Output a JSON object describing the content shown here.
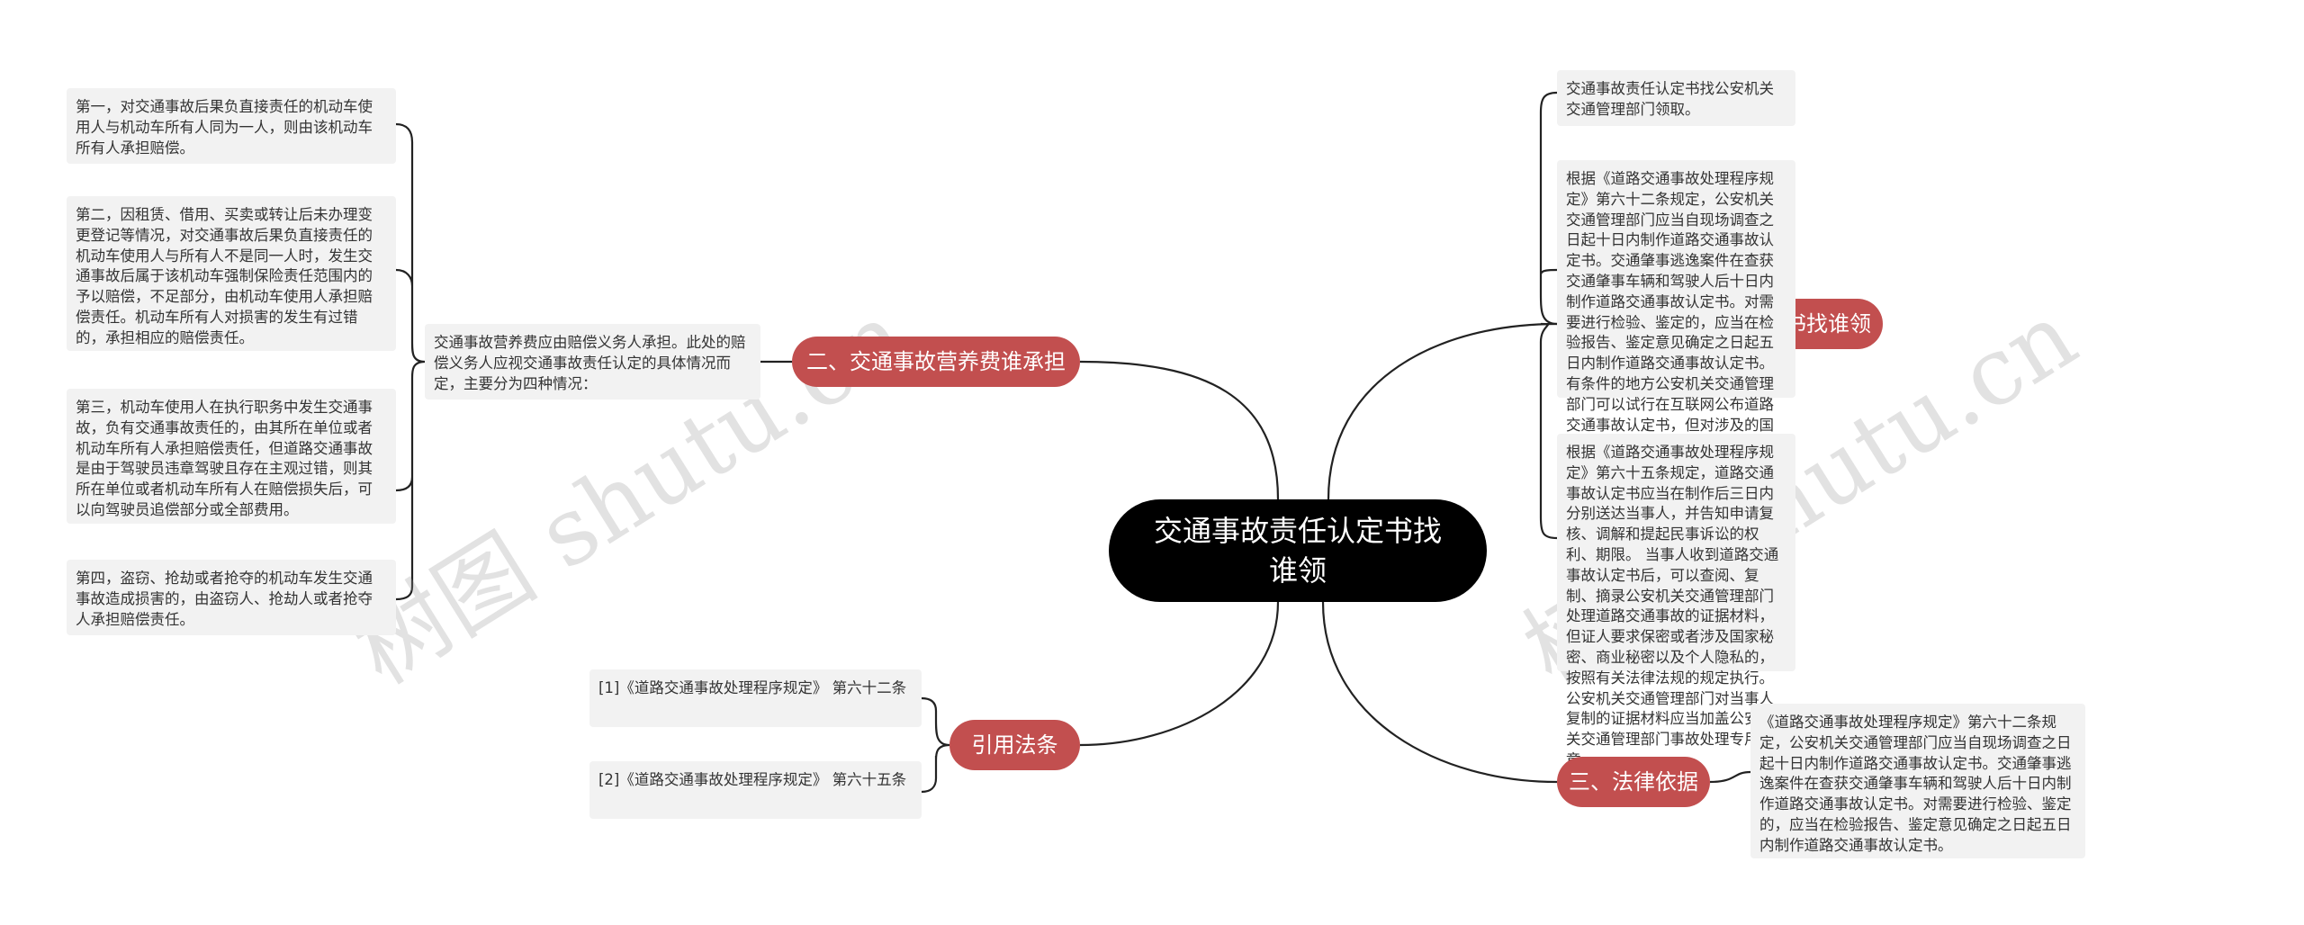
{
  "root": {
    "label": "交通事故责任认定书找谁领"
  },
  "branches": {
    "b1": {
      "label": "一、交通事故责任认定书找谁领",
      "leaves": [
        "交通事故责任认定书找公安机关交通管理部门领取。",
        "根据《道路交通事故处理程序规定》第六十二条规定，公安机关交通管理部门应当自现场调查之日起十日内制作道路交通事故认定书。交通肇事逃逸案件在查获交通肇事车辆和驾驶人后十日内制作道路交通事故认定书。对需要进行检验、鉴定的，应当在检验报告、鉴定意见确定之日起五日内制作道路交通事故认定书。有条件的地方公安机关交通管理部门可以试行在互联网公布道路交通事故认定书，但对涉及的国家秘密、商业秘密或者个人隐私，应当保密。",
        "根据《道路交通事故处理程序规定》第六十五条规定，道路交通事故认定书应当在制作后三日内分别送达当事人，并告知申请复核、调解和提起民事诉讼的权利、期限。 当事人收到道路交通事故认定书后，可以查阅、复制、摘录公安机关交通管理部门处理道路交通事故的证据材料，但证人要求保密或者涉及国家秘密、商业秘密以及个人隐私的，按照有关法律法规的规定执行。公安机关交通管理部门对当事人复制的证据材料应当加盖公安机关交通管理部门事故处理专用章。"
      ]
    },
    "b2": {
      "label": "二、交通事故营养费谁承担",
      "mid": "交通事故营养费应由赔偿义务人承担。此处的赔偿义务人应视交通事故责任认定的具体情况而定，主要分为四种情况：",
      "leaves": [
        "第一，对交通事故后果负直接责任的机动车使用人与机动车所有人同为一人，则由该机动车所有人承担赔偿。",
        "第二，因租赁、借用、买卖或转让后未办理变更登记等情况，对交通事故后果负直接责任的机动车使用人与所有人不是同一人时，发生交通事故后属于该机动车强制保险责任范围内的予以赔偿，不足部分，由机动车使用人承担赔偿责任。机动车所有人对损害的发生有过错的，承担相应的赔偿责任。",
        "第三，机动车使用人在执行职务中发生交通事故，负有交通事故责任的，由其所在单位或者机动车所有人承担赔偿责任，但道路交通事故是由于驾驶员违章驾驶且存在主观过错，则其所在单位或者机动车所有人在赔偿损失后，可以向驾驶员追偿部分或全部费用。",
        "第四，盗窃、抢劫或者抢夺的机动车发生交通事故造成损害的，由盗窃人、抢劫人或者抢夺人承担赔偿责任。"
      ]
    },
    "b3": {
      "label": "三、法律依据",
      "leaves": [
        "《道路交通事故处理程序规定》第六十二条规定，公安机关交通管理部门应当自现场调查之日起十日内制作道路交通事故认定书。交通肇事逃逸案件在查获交通肇事车辆和驾驶人后十日内制作道路交通事故认定书。对需要进行检验、鉴定的，应当在检验报告、鉴定意见确定之日起五日内制作道路交通事故认定书。"
      ]
    },
    "b4": {
      "label": "引用法条",
      "leaves": [
        "[1]《道路交通事故处理程序规定》 第六十二条",
        "[2]《道路交通事故处理程序规定》 第六十五条"
      ]
    }
  },
  "watermark": "树图 shutu.cn",
  "colors": {
    "root": "#000000",
    "branch": "#c24f4f",
    "leaf_bg": "#f2f2f2",
    "line": "#222222"
  }
}
